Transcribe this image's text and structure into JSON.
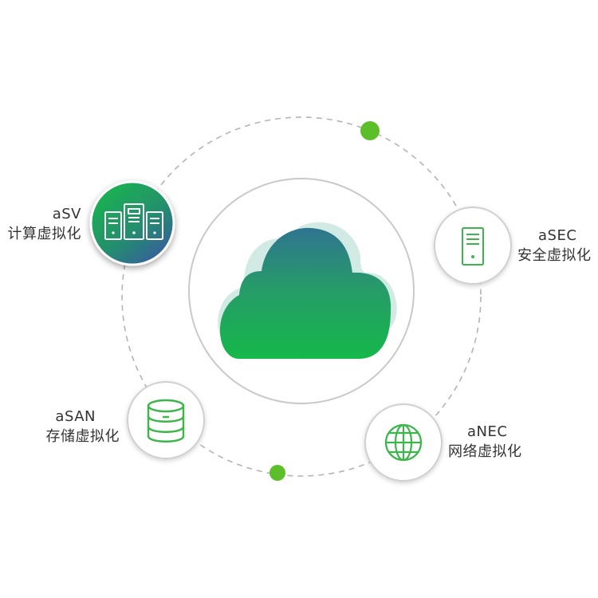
{
  "center": {
    "icon": "cloud-icon"
  },
  "nodes": {
    "asv": {
      "name": "aSV",
      "desc": "计算虚拟化",
      "icon": "server-cluster-icon",
      "active": true
    },
    "asec": {
      "name": "aSEC",
      "desc": "安全虚拟化",
      "icon": "server-tower-icon",
      "active": false
    },
    "asan": {
      "name": "aSAN",
      "desc": "存储虚拟化",
      "icon": "database-icon",
      "active": false
    },
    "anec": {
      "name": "aNEC",
      "desc": "网络虚拟化",
      "icon": "globe-icon",
      "active": false
    }
  },
  "colors": {
    "accent": "#3cb54a",
    "accent_dot": "#5cbf2a",
    "gradient_top": "#2e7a86",
    "gradient_bottom": "#18b34a",
    "gradient_blue": "#3a62a8",
    "ring": "#c8c8c8",
    "dashed_orbit": "#b0b0b0",
    "text": "#333333"
  }
}
